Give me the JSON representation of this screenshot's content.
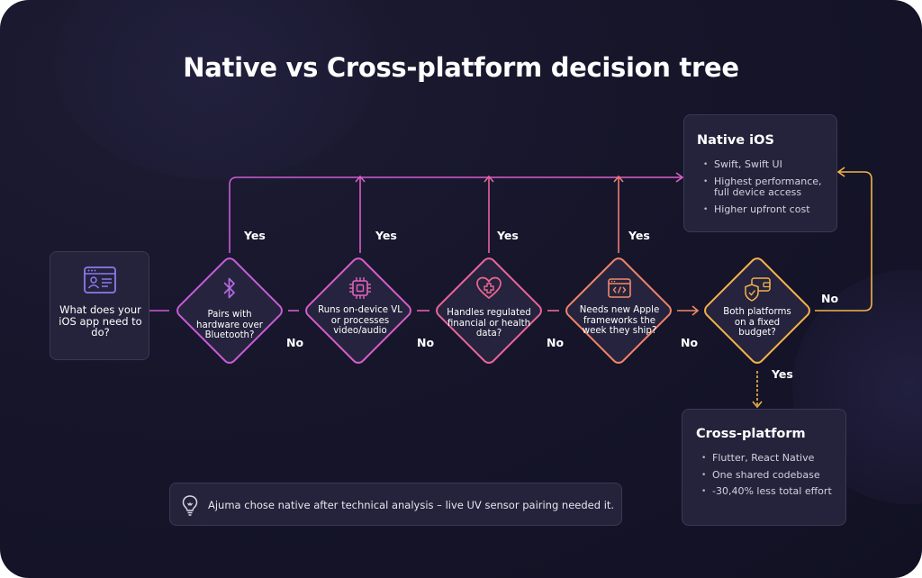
{
  "title": "Native vs Cross-platform decision tree",
  "start": {
    "text": "What does your iOS app need to do?",
    "icon": "app-profile-icon"
  },
  "questions": [
    {
      "text": "Pairs with hardware over Bluetooth?",
      "icon": "bluetooth-icon",
      "yes": "Yes",
      "no": "No",
      "color": "#d05ec8"
    },
    {
      "text": "Runs on-device VL or processes video/audio",
      "icon": "chip-icon",
      "yes": "Yes",
      "no": "No",
      "color": "#e060b5"
    },
    {
      "text": "Handles regulated financial or health data?",
      "icon": "heart-plus-icon",
      "yes": "Yes",
      "no": "No",
      "color": "#ee6a90"
    },
    {
      "text": "Needs new Apple frameworks the week they ship?",
      "icon": "code-window-icon",
      "yes": "Yes",
      "no": "No",
      "color": "#f18a66"
    },
    {
      "text": "Both platforms on a fixed budget?",
      "icon": "shield-wallet-icon",
      "yes": "Yes",
      "no": "No",
      "color": "#f4b24a"
    }
  ],
  "results": {
    "native": {
      "title": "Native iOS",
      "items": [
        "Swift, Swift UI",
        "Highest performance, full device access",
        "Higher upfront cost"
      ]
    },
    "cross": {
      "title": "Cross-platform",
      "items": [
        "Flutter, React Native",
        "One shared codebase",
        "-30,40% less total effort"
      ]
    }
  },
  "note": {
    "text": "Ajuma chose native after technical analysis – live UV sensor pairing needed it.",
    "icon": "lightbulb-icon"
  },
  "colors": {
    "background": "#16152a",
    "card": "#24233b",
    "gradient_start": "#c95bd6",
    "gradient_end": "#f4b24a"
  }
}
